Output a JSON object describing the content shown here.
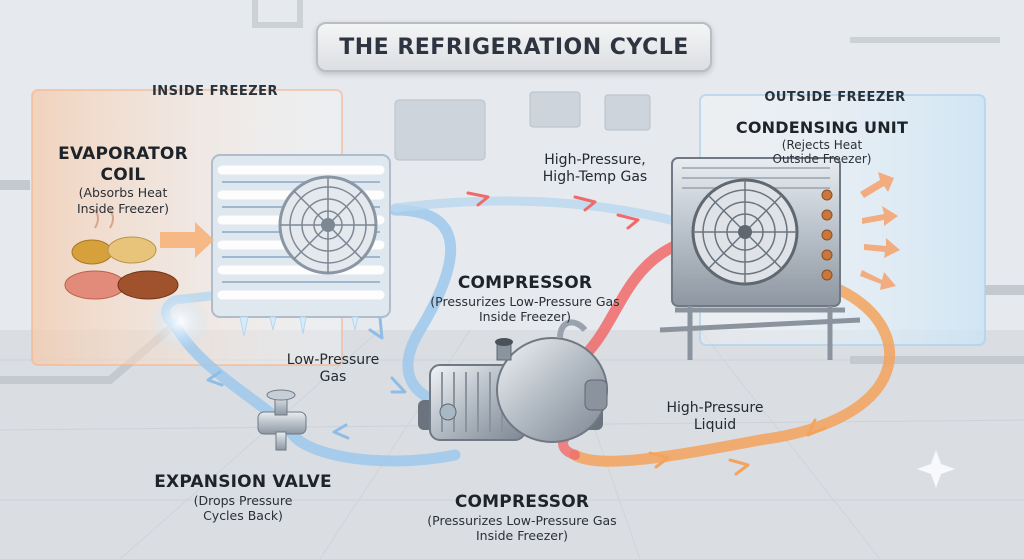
{
  "title": "THE REFRIGERATION CYCLE",
  "zones": {
    "inside": "INSIDE FREEZER",
    "outside": "OUTSIDE FREEZER"
  },
  "components": {
    "evaporator": {
      "name": "EVAPORATOR COIL",
      "desc_line1": "(Absorbs Heat",
      "desc_line2": "Inside Freezer)"
    },
    "condenser": {
      "name": "CONDENSING UNIT",
      "desc_line1": "(Rejects Heat",
      "desc_line2": "Outside Freezer)"
    },
    "compressor_top": {
      "name": "COMPRESSOR",
      "desc_line1": "(Pressurizes Low-Pressure Gas",
      "desc_line2": "Inside Freezer)"
    },
    "compressor_bottom": {
      "name": "COMPRESSOR",
      "desc_line1": "(Pressurizes Low-Pressure Gas",
      "desc_line2": "Inside Freezer)"
    },
    "expansion_valve": {
      "name": "EXPANSION VALVE",
      "desc_line1": "(Drops Pressure",
      "desc_line2": "Cycles Back)"
    }
  },
  "flows": {
    "hp_gas_line1": "High-Pressure,",
    "hp_gas_line2": "High-Temp Gas",
    "lp_gas_line1": "Low-Pressure",
    "lp_gas_line2": "Gas",
    "hp_liquid_line1": "High-Pressure",
    "hp_liquid_line2": "Liquid"
  },
  "colors": {
    "cold_pipe": "#9cc8ec",
    "hot_pipe": "#f06a6a",
    "warm_pipe": "#f3a35c",
    "steel": "#b8bfc7",
    "heat_arrow": "#f5a26b"
  }
}
